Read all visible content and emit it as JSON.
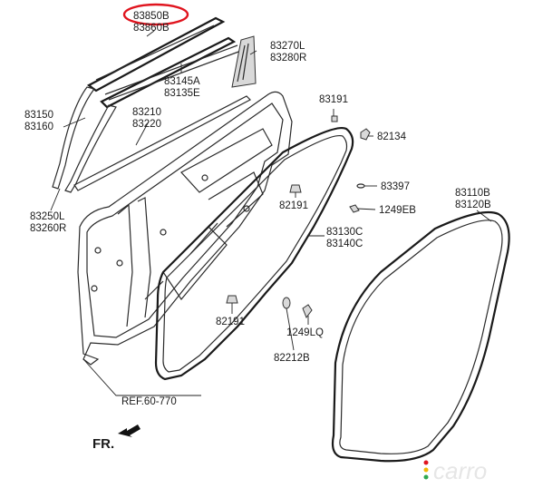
{
  "labels": {
    "p83850B": "83850B",
    "p83860B": "83860B",
    "p83270L": "83270L",
    "p83280R": "83280R",
    "p83145A": "83145A",
    "p83135E": "83135E",
    "p83150": "83150",
    "p83160": "83160",
    "p83210": "83210",
    "p83220": "83220",
    "p83191_top": "83191",
    "p82134": "82134",
    "p83397": "83397",
    "p82191_mid": "82191",
    "p1249EB": "1249EB",
    "p83250L": "83250L",
    "p83260R": "83260R",
    "p83130C": "83130C",
    "p83140C": "83140C",
    "p83110B": "83110B",
    "p83120B": "83120B",
    "p82191_low": "82191",
    "p1249LQ": "1249LQ",
    "p82212B": "82212B",
    "ref": "REF.60-770",
    "fr": "FR."
  },
  "highlight": {
    "color": "#e0141e",
    "part": "83850B"
  },
  "watermark": "carro",
  "watermark_dots": [
    "#e0141e",
    "#f2b705",
    "#2fa84f"
  ]
}
